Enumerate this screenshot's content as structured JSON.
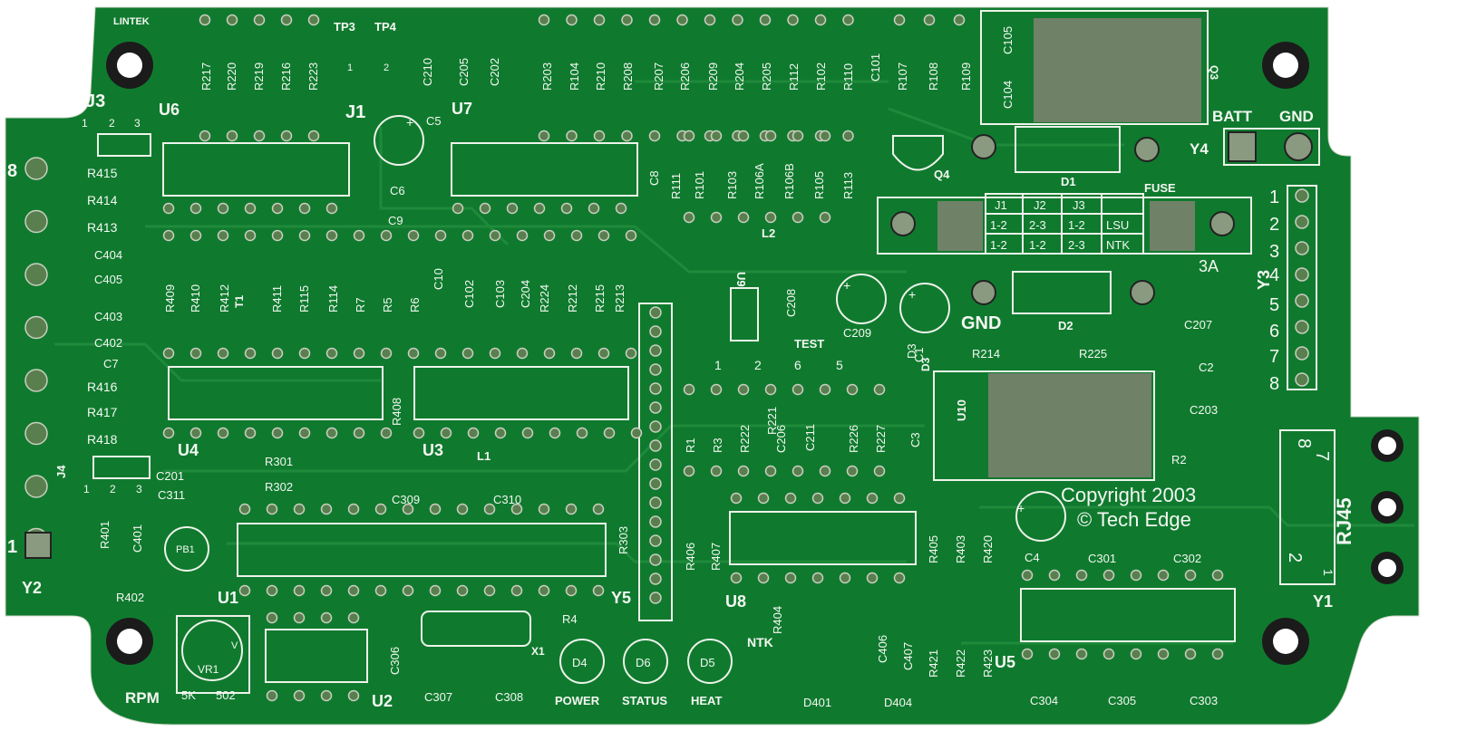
{
  "board": {
    "maker": "LINTEK",
    "copyright_line1": "Copyright 2003",
    "copyright_line2": "© Tech Edge",
    "colors": {
      "substrate": "#0f7a2e",
      "silkscreen": "#f4f7f2",
      "copper_pad": "#7b8f72",
      "hole": "#ffffff"
    }
  },
  "headers": {
    "j3": {
      "label": "J3",
      "pins": [
        "1",
        "2",
        "3"
      ]
    },
    "j4": {
      "label": "J4",
      "pins": [
        "1",
        "2",
        "3"
      ]
    },
    "j1": {
      "label": "J1",
      "pins": [
        "1",
        "2"
      ]
    },
    "tp3": "TP3",
    "tp4": "TP4"
  },
  "left_connector": {
    "top_label": "8",
    "bottom_label": "1",
    "name": "Y2"
  },
  "right_connector": {
    "name": "Y3",
    "numbers": [
      "1",
      "2",
      "3",
      "4",
      "5",
      "6",
      "7",
      "8"
    ]
  },
  "rj45": {
    "name": "RJ45",
    "top": "8",
    "top2": "7",
    "bottom": "2",
    "bottom2": "1",
    "label": "Y1"
  },
  "power": {
    "batt": "BATT",
    "gnd": "GND",
    "y4": "Y4",
    "fuse": "FUSE",
    "fuse_rating": "3A",
    "gnd2": "GND"
  },
  "jumper_table": {
    "headers": [
      "J1",
      "J2",
      "J3"
    ],
    "rows": [
      {
        "cells": [
          "1-2",
          "2-3",
          "1-2"
        ],
        "mode": "LSU"
      },
      {
        "cells": [
          "1-2",
          "1-2",
          "2-3"
        ],
        "mode": "NTK"
      }
    ]
  },
  "test": {
    "label": "TEST",
    "points": [
      "1",
      "2",
      "6",
      "5"
    ]
  },
  "leds": {
    "power": "POWER",
    "status": "STATUS",
    "heat": "HEAT",
    "d4": "D4",
    "d6": "D6",
    "d5": "D5"
  },
  "pot": {
    "name": "VR1",
    "value": "5K",
    "code": "502",
    "func": "RPM",
    "v": "V",
    "pb": "PB1"
  },
  "ntk": "NTK",
  "chips": {
    "u1": "U1",
    "u2": "U2",
    "u3": "U3",
    "u4": "U4",
    "u5": "U5",
    "u6": "U6",
    "u7": "U7",
    "u8": "U8",
    "u9": "U9",
    "u10": "U10",
    "q3": "Q3",
    "q4": "Q4",
    "d1": "D1",
    "d2": "D2",
    "d3": "D3",
    "y5": "Y5",
    "x1": "X1",
    "l1": "L1",
    "l2": "L2",
    "t1": "T1"
  },
  "resistors_top": [
    "R217",
    "R220",
    "R219",
    "R216",
    "R223",
    "R203",
    "R104",
    "R210",
    "R208",
    "R207",
    "R206",
    "R209",
    "R204",
    "R205",
    "R112",
    "R102",
    "R110",
    "R107",
    "R108",
    "R109"
  ],
  "resistors_mid": [
    "R111",
    "R101",
    "R103",
    "R106A",
    "R106B",
    "R105",
    "R113"
  ],
  "resistors_row": [
    "R409",
    "R410",
    "R412",
    "R411",
    "R115",
    "R114",
    "R7",
    "R5",
    "R6",
    "R224",
    "R212",
    "R215",
    "R213"
  ],
  "resistors_left": [
    "R415",
    "R414",
    "R413",
    "R416",
    "R417",
    "R418"
  ],
  "resistors_misc": [
    "R408",
    "R301",
    "R302",
    "R303",
    "R401",
    "R402",
    "R4",
    "R406",
    "R407",
    "R1",
    "R3",
    "R222",
    "R221",
    "R226",
    "R227",
    "R214",
    "R225",
    "R2",
    "R405",
    "R403",
    "R420",
    "R404",
    "R421",
    "R422",
    "R423"
  ],
  "capacitors": [
    "C210",
    "C205",
    "C202",
    "C101",
    "C104",
    "C105",
    "C5",
    "C6",
    "C9",
    "C8",
    "C404",
    "C405",
    "C403",
    "C402",
    "C7",
    "C10",
    "C102",
    "C103",
    "C204",
    "C208",
    "C209",
    "C1",
    "C207",
    "C2",
    "C203",
    "C206",
    "C211",
    "C3",
    "C201",
    "C311",
    "C309",
    "C310",
    "C401",
    "C4",
    "C301",
    "C302",
    "C306",
    "C307",
    "C308",
    "C406",
    "C407",
    "C304",
    "C305",
    "C303"
  ],
  "diode_labels": [
    "D401",
    "D3",
    "D404"
  ]
}
